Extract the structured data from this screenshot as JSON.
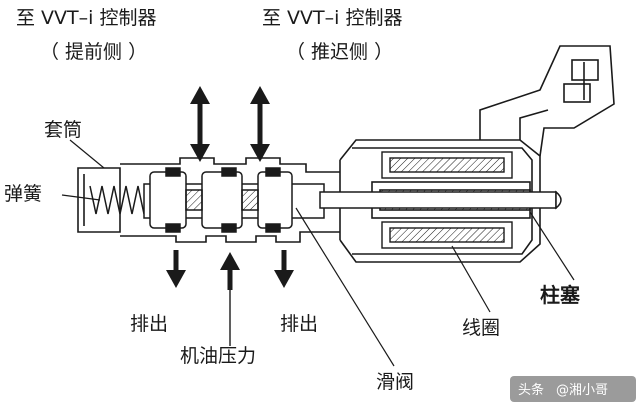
{
  "labels": {
    "to_vvti_advance_line1": "至 VVT–i 控制器",
    "to_vvti_advance_line2": "（ 提前侧 ）",
    "to_vvti_retard_line1": "至 VVT–i 控制器",
    "to_vvti_retard_line2": "（ 推迟侧 ）",
    "sleeve": "套筒",
    "spring": "弹簧",
    "drain_left": "排出",
    "drain_right": "排出",
    "oil_pressure": "机油压力",
    "spool_valve": "滑阀",
    "coil": "线圈",
    "plunger": "柱塞"
  },
  "watermark": {
    "prefix": "头条",
    "author": "@湘小哥"
  },
  "colors": {
    "line": "#1a1a1a",
    "background": "#ffffff",
    "watermark_bg": "#7a7a7a"
  }
}
